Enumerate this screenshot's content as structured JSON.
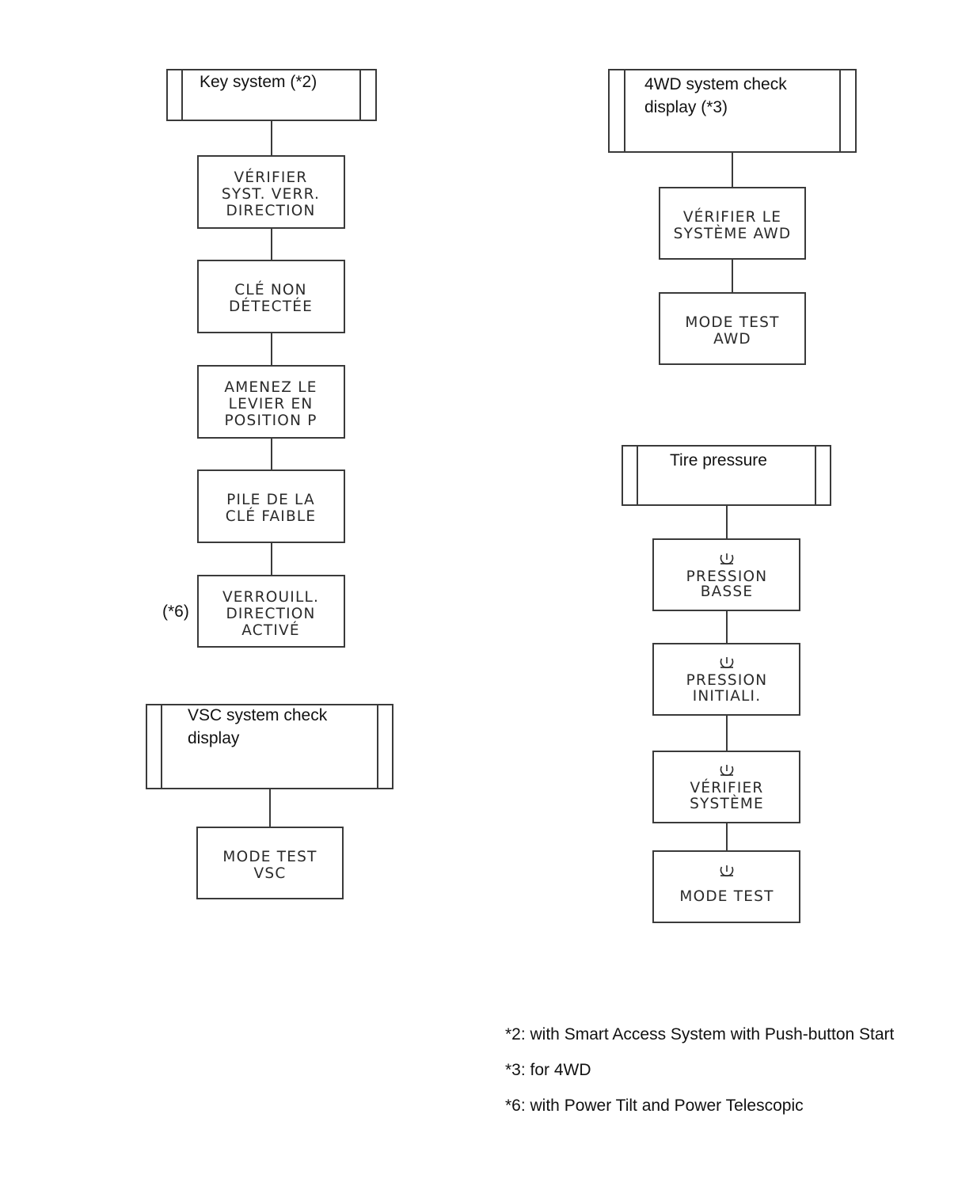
{
  "key_system": {
    "header": [
      "Key system (*2)"
    ],
    "items": [
      [
        "VÉRIFIER",
        "SYST. VERR.",
        "DIRECTION"
      ],
      [
        "CLÉ NON",
        "DÉTECTÉE"
      ],
      [
        "AMENEZ LE",
        "LEVIER EN",
        "POSITION P"
      ],
      [
        "PILE DE LA",
        "CLÉ FAIBLE"
      ],
      [
        "VERROUILL.",
        "DIRECTION",
        "ACTIVÉ"
      ]
    ],
    "item5_ref": "(*6)"
  },
  "vsc_system": {
    "header": [
      "VSC system check",
      "display"
    ],
    "items": [
      [
        "MODE TEST",
        "VSC"
      ]
    ]
  },
  "awd_system": {
    "header": [
      "4WD system check",
      "display (*3)"
    ],
    "items": [
      [
        "VÉRIFIER LE",
        "SYSTÈME AWD"
      ],
      [
        "MODE TEST",
        "AWD"
      ]
    ]
  },
  "tire_pressure": {
    "header": [
      "Tire pressure"
    ],
    "icon": "tire-pressure-warning-icon",
    "items": [
      [
        "PRESSION",
        "BASSE"
      ],
      [
        "PRESSION",
        "INITIALI."
      ],
      [
        "VÉRIFIER",
        "SYSTÈME"
      ],
      [
        "MODE TEST"
      ]
    ]
  },
  "notes": [
    "*2: with Smart Access System with Push-button Start",
    "*3: for 4WD",
    "*6: with Power Tilt and Power Telescopic"
  ]
}
